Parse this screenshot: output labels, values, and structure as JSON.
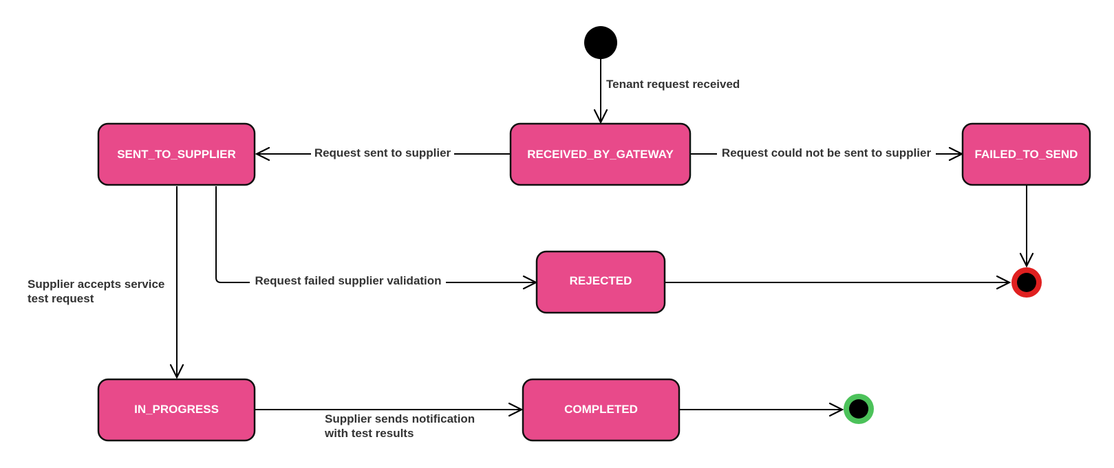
{
  "colors": {
    "state_fill": "#e84a8a",
    "state_stroke": "#111111",
    "final_rejected_ring": "#e02020",
    "final_completed_ring": "#4cc25a",
    "initial_fill": "#000000"
  },
  "states": {
    "received": "RECEIVED_BY_GATEWAY",
    "sent": "SENT_TO_SUPPLIER",
    "failed": "FAILED_TO_SEND",
    "rejected": "REJECTED",
    "in_progress": "IN_PROGRESS",
    "completed": "COMPLETED"
  },
  "transitions": {
    "initial_to_received": "Tenant request received",
    "received_to_sent": "Request sent to supplier",
    "received_to_failed": "Request could not be sent to supplier",
    "sent_to_rejected": "Request failed supplier validation",
    "sent_to_in_progress": [
      "Supplier accepts service",
      "test request"
    ],
    "in_progress_to_completed": [
      "Supplier sends notification",
      "with test results"
    ]
  },
  "pseudo_states": {
    "initial": "initial-state",
    "final_rejected": "final-state-failure",
    "final_completed": "final-state-success"
  }
}
